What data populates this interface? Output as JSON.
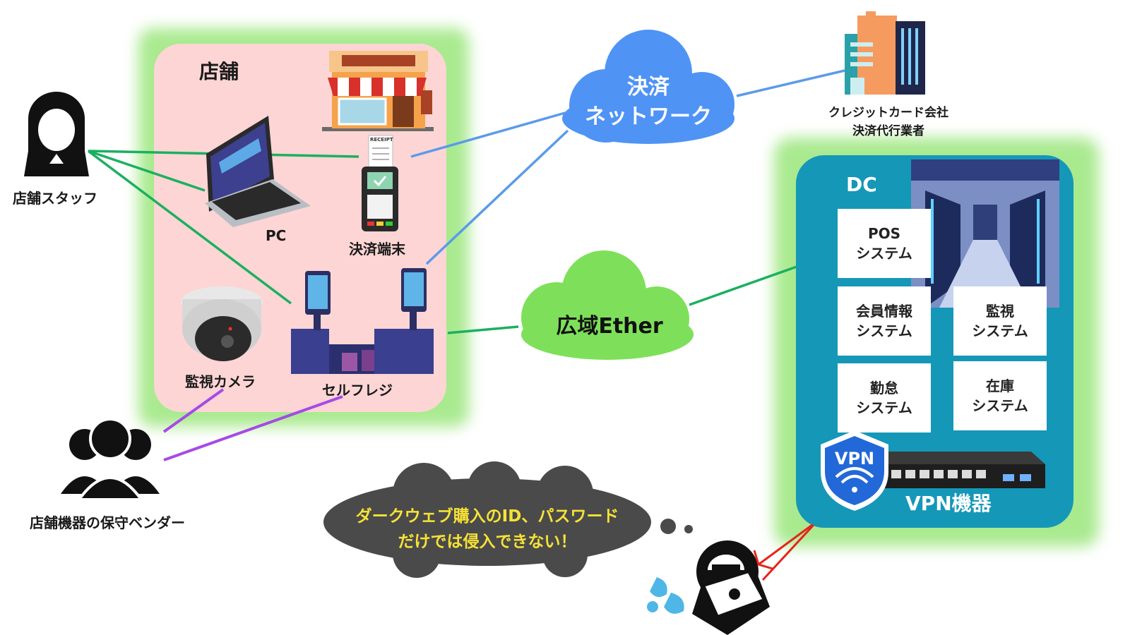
{
  "store": {
    "title": "店舗",
    "pc_label": "PC",
    "payment_terminal_label": "決済端末",
    "camera_label": "監視カメラ",
    "self_register_label": "セルフレジ",
    "receipt_text": "RECEIPT"
  },
  "people": {
    "staff_label": "店舗スタッフ",
    "vendor_label": "店舗機器の保守ベンダー"
  },
  "payment_network": {
    "line1": "決済",
    "line2": "ネットワーク"
  },
  "wide_area_ether": {
    "label": "広域Ether"
  },
  "credit_company": {
    "line1": "クレジットカード会社",
    "line2": "決済代行業者"
  },
  "dc": {
    "title": "DC",
    "systems": [
      {
        "label": "POS\nシステム"
      },
      {
        "label": "会員情報\nシステム"
      },
      {
        "label": "監視\nシステム"
      },
      {
        "label": "勤怠\nシステム"
      },
      {
        "label": "在庫\nシステム"
      }
    ],
    "vpn_badge": "VPN",
    "vpn_device_label": "VPN機器"
  },
  "thought": {
    "line1": "ダークウェブ購入のID、パスワード",
    "line2": "だけでは侵入できない！"
  },
  "colors": {
    "store_bg": "#fdd5d5",
    "glow": "#8de36a",
    "dc_bg": "#1597b8",
    "payment_cloud": "#4f93f5",
    "ether_cloud": "#7ee05a",
    "thought_cloud": "#4a4a4a",
    "thought_text": "#f6e236",
    "staff_line": "#1bb060",
    "vendor_line": "#a64ae6",
    "payment_line": "#5b9be8",
    "ether_line": "#1bb060",
    "attack_arrow": "#e8221a"
  }
}
